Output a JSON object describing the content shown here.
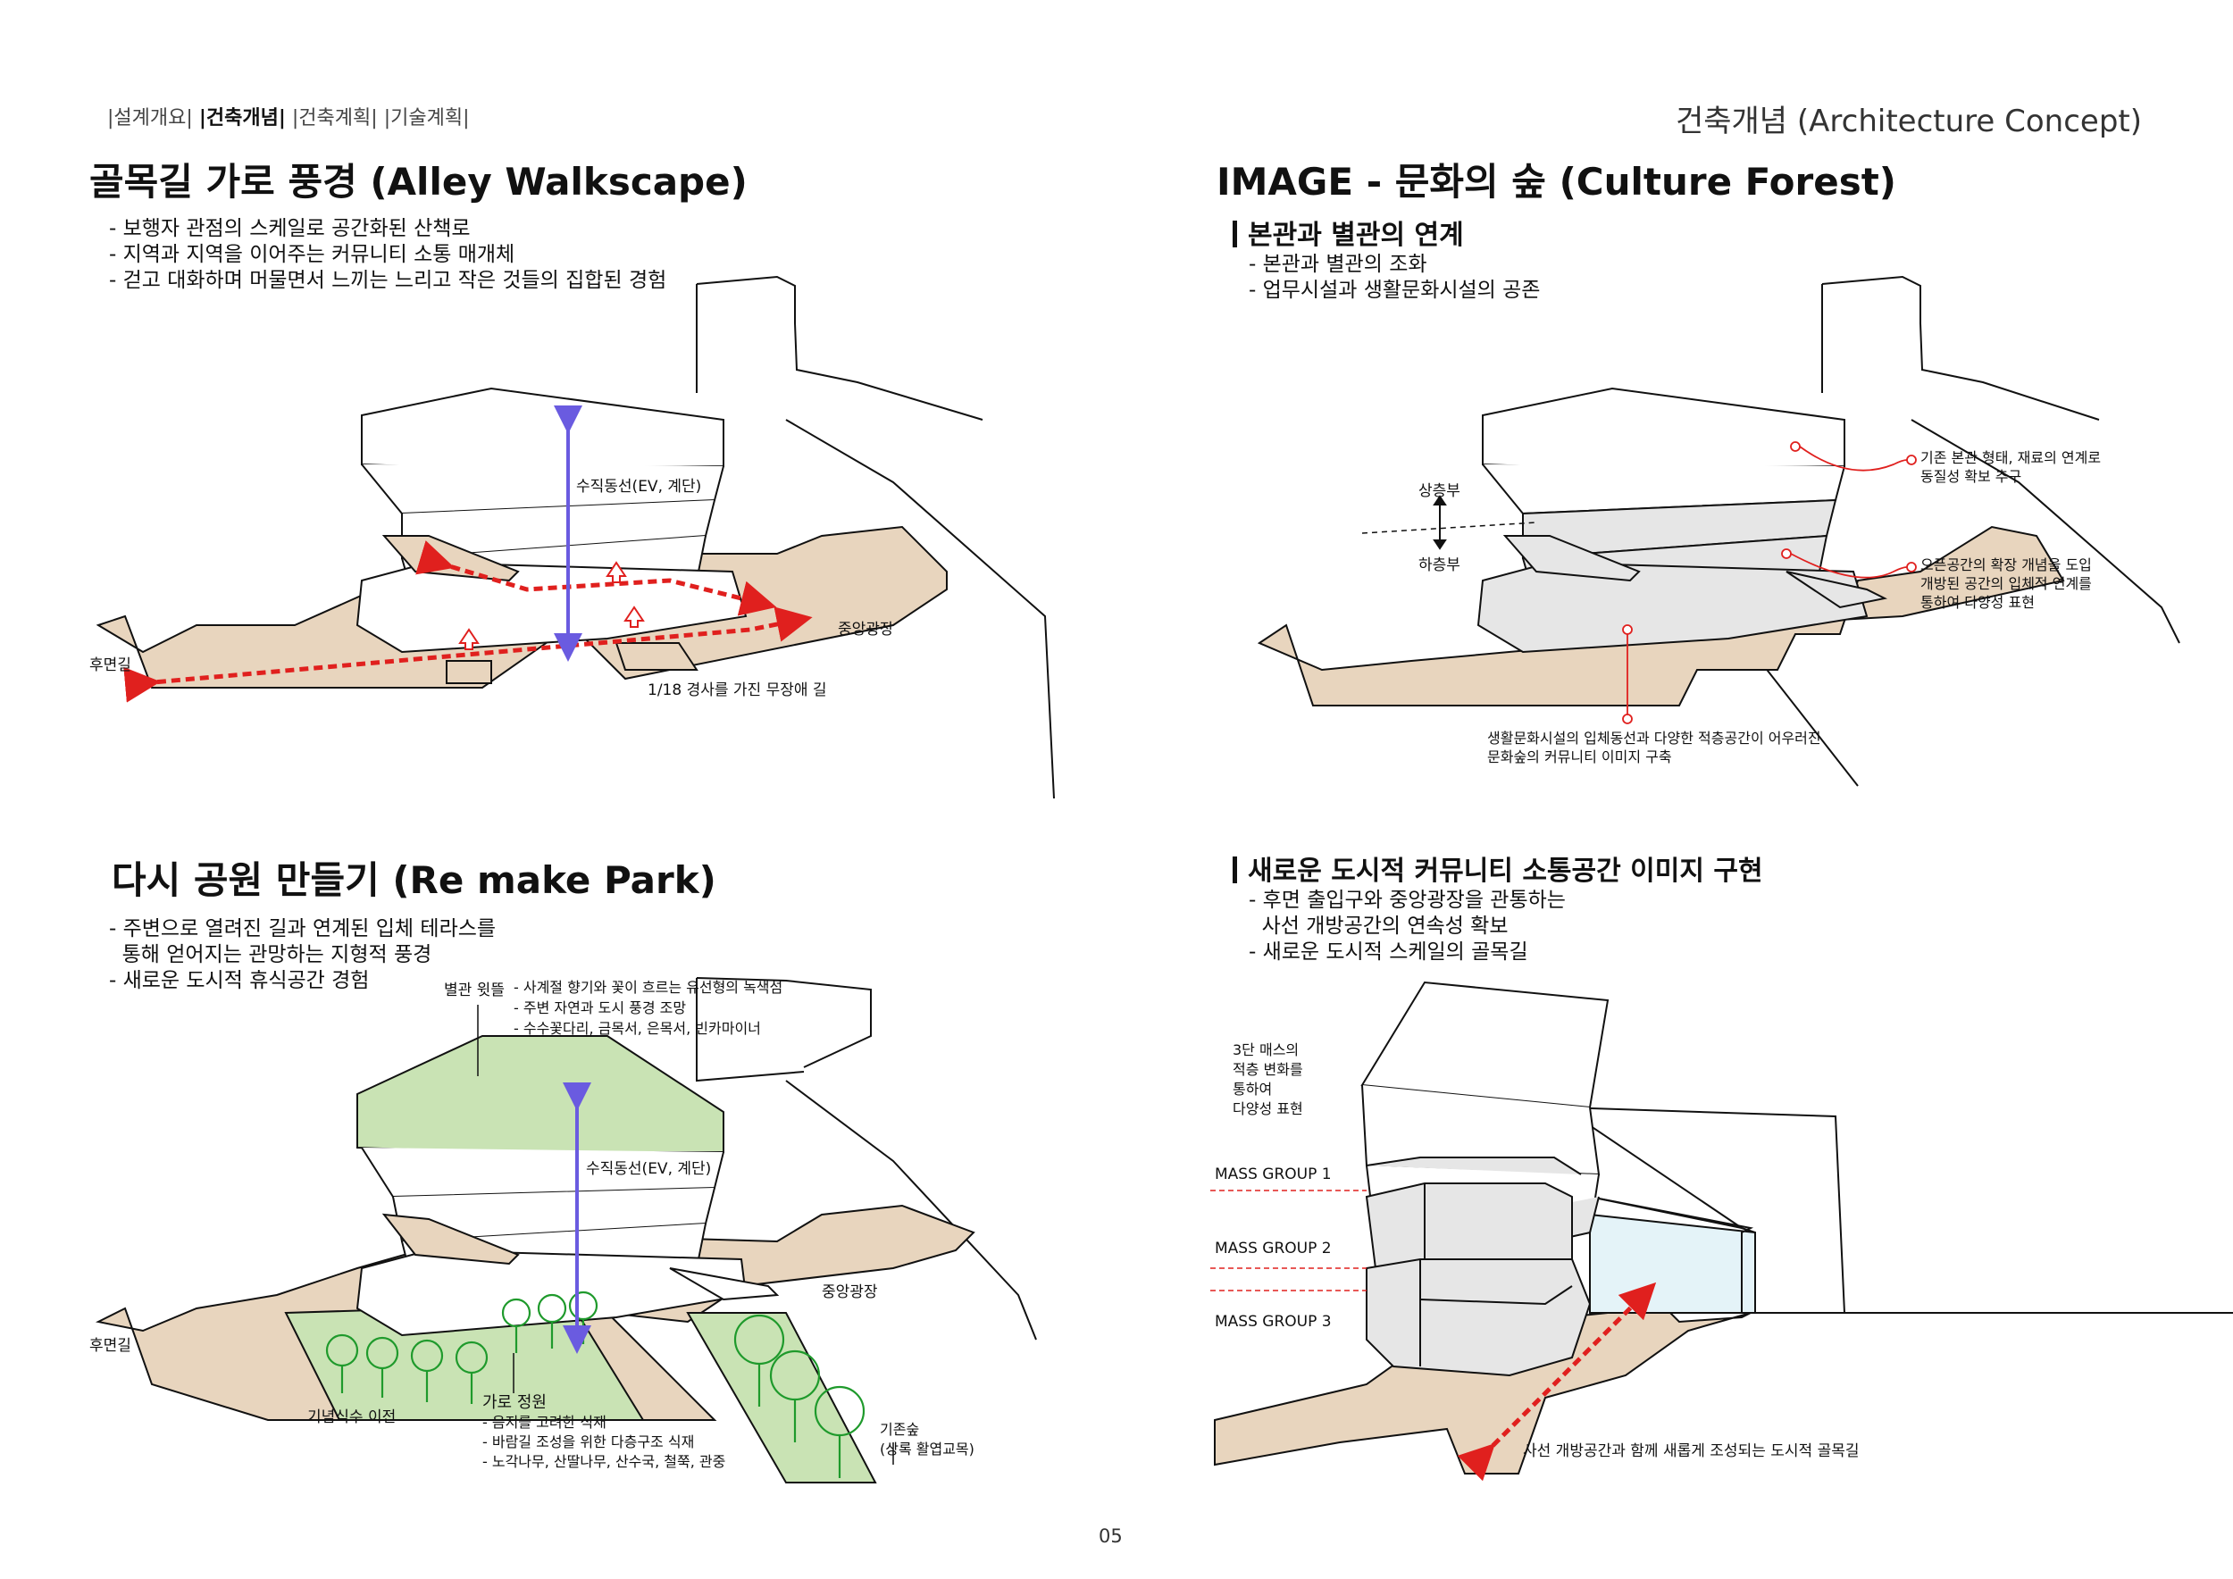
{
  "nav": {
    "items": [
      "설계개요",
      "건축개념",
      "건축계획",
      "기술계획"
    ],
    "active": "건축개념"
  },
  "header_right": "건축개념 (Architecture Concept)",
  "page_number": "05",
  "colors": {
    "sand": "#E8D5BE",
    "green": "#C9E3B4",
    "blue_arrow": "#6A5BE0",
    "red_arrow": "#E0201E",
    "mass_gray": "#E6E6E6",
    "glass_blue": "#E4F3F8",
    "tree_green": "#1F9A2C"
  },
  "panel_alley": {
    "title": "골목길 가로 풍경 (Alley Walkscape)",
    "bullets": [
      "- 보행자 관점의 스케일로 공간화된 산책로",
      "- 지역과 지역을 이어주는 커뮤니티 소통 매개체",
      "- 걷고 대화하며 머물면서 느끼는 느리고 작은 것들의 집합된 경험"
    ],
    "labels": {
      "vertical": "수직동선(EV, 계단)",
      "plaza": "중앙광장",
      "back_street": "후면길",
      "slope": "1/18 경사를 가진 무장애 길"
    }
  },
  "panel_forest": {
    "title": "IMAGE - 문화의 숲 (Culture Forest)",
    "subtitle": "본관과 별관의 연계",
    "bullets": [
      "- 본관과 별관의 조화",
      "- 업무시설과 생활문화시설의 공존"
    ],
    "labels": {
      "upper": "상층부",
      "lower": "하층부",
      "note1": [
        "기존 본관 형태, 재료의 연계로",
        "동질성 확보 추구"
      ],
      "note2": [
        "오픈공간의 확장 개념을 도입",
        "개방된 공간의 입체적 연계를",
        "통하여 다양성 표현"
      ],
      "note3": [
        "생활문화시설의 입체동선과 다양한 적층공간이 어우러진",
        "문화숲의 커뮤니티 이미지 구축"
      ]
    }
  },
  "panel_park": {
    "title": "다시 공원 만들기 (Re make Park)",
    "bullets": [
      "- 주변으로 열려진 길과 연계된 입체 테라스를",
      "  통해 얻어지는 관망하는 지형적 풍경",
      "- 새로운 도시적 휴식공간 경험"
    ],
    "labels": {
      "roof_title": "별관 윗뜰",
      "roof_items": [
        "- 사계절 향기와 꽃이 흐르는 유선형의 녹색섬",
        "- 주변 자연과 도시 풍경 조망",
        "- 수수꽃다리, 금목서, 은목서, 빈카마이너"
      ],
      "vertical": "수직동선(EV, 계단)",
      "plaza": "중앙광장",
      "back_street": "후면길",
      "memorial": "기념식수 이전",
      "street_garden_title": "가로 정원",
      "street_garden_items": [
        "- 음지를 고려한 식재",
        "- 바람길 조성을 위한 다층구조 식재",
        "- 노각나무, 산딸나무, 산수국, 철쭉, 관중"
      ],
      "existing_forest": [
        "기존숲",
        "(상록 활엽교목)"
      ]
    }
  },
  "panel_community": {
    "subtitle": "새로운 도시적 커뮤니티 소통공간 이미지 구현",
    "bullets": [
      "- 후면 출입구와 중앙광장을 관통하는",
      "  사선 개방공간의 연속성 확보",
      "- 새로운 도시적 스케일의 골목길"
    ],
    "labels": {
      "mass_note": [
        "3단 매스의",
        "적층 변화를",
        "통하여",
        "다양성 표현"
      ],
      "group1": "MASS GROUP 1",
      "group2": "MASS GROUP 2",
      "group3": "MASS GROUP 3",
      "alley": "사선 개방공간과 함께 새롭게 조성되는 도시적 골목길"
    }
  }
}
